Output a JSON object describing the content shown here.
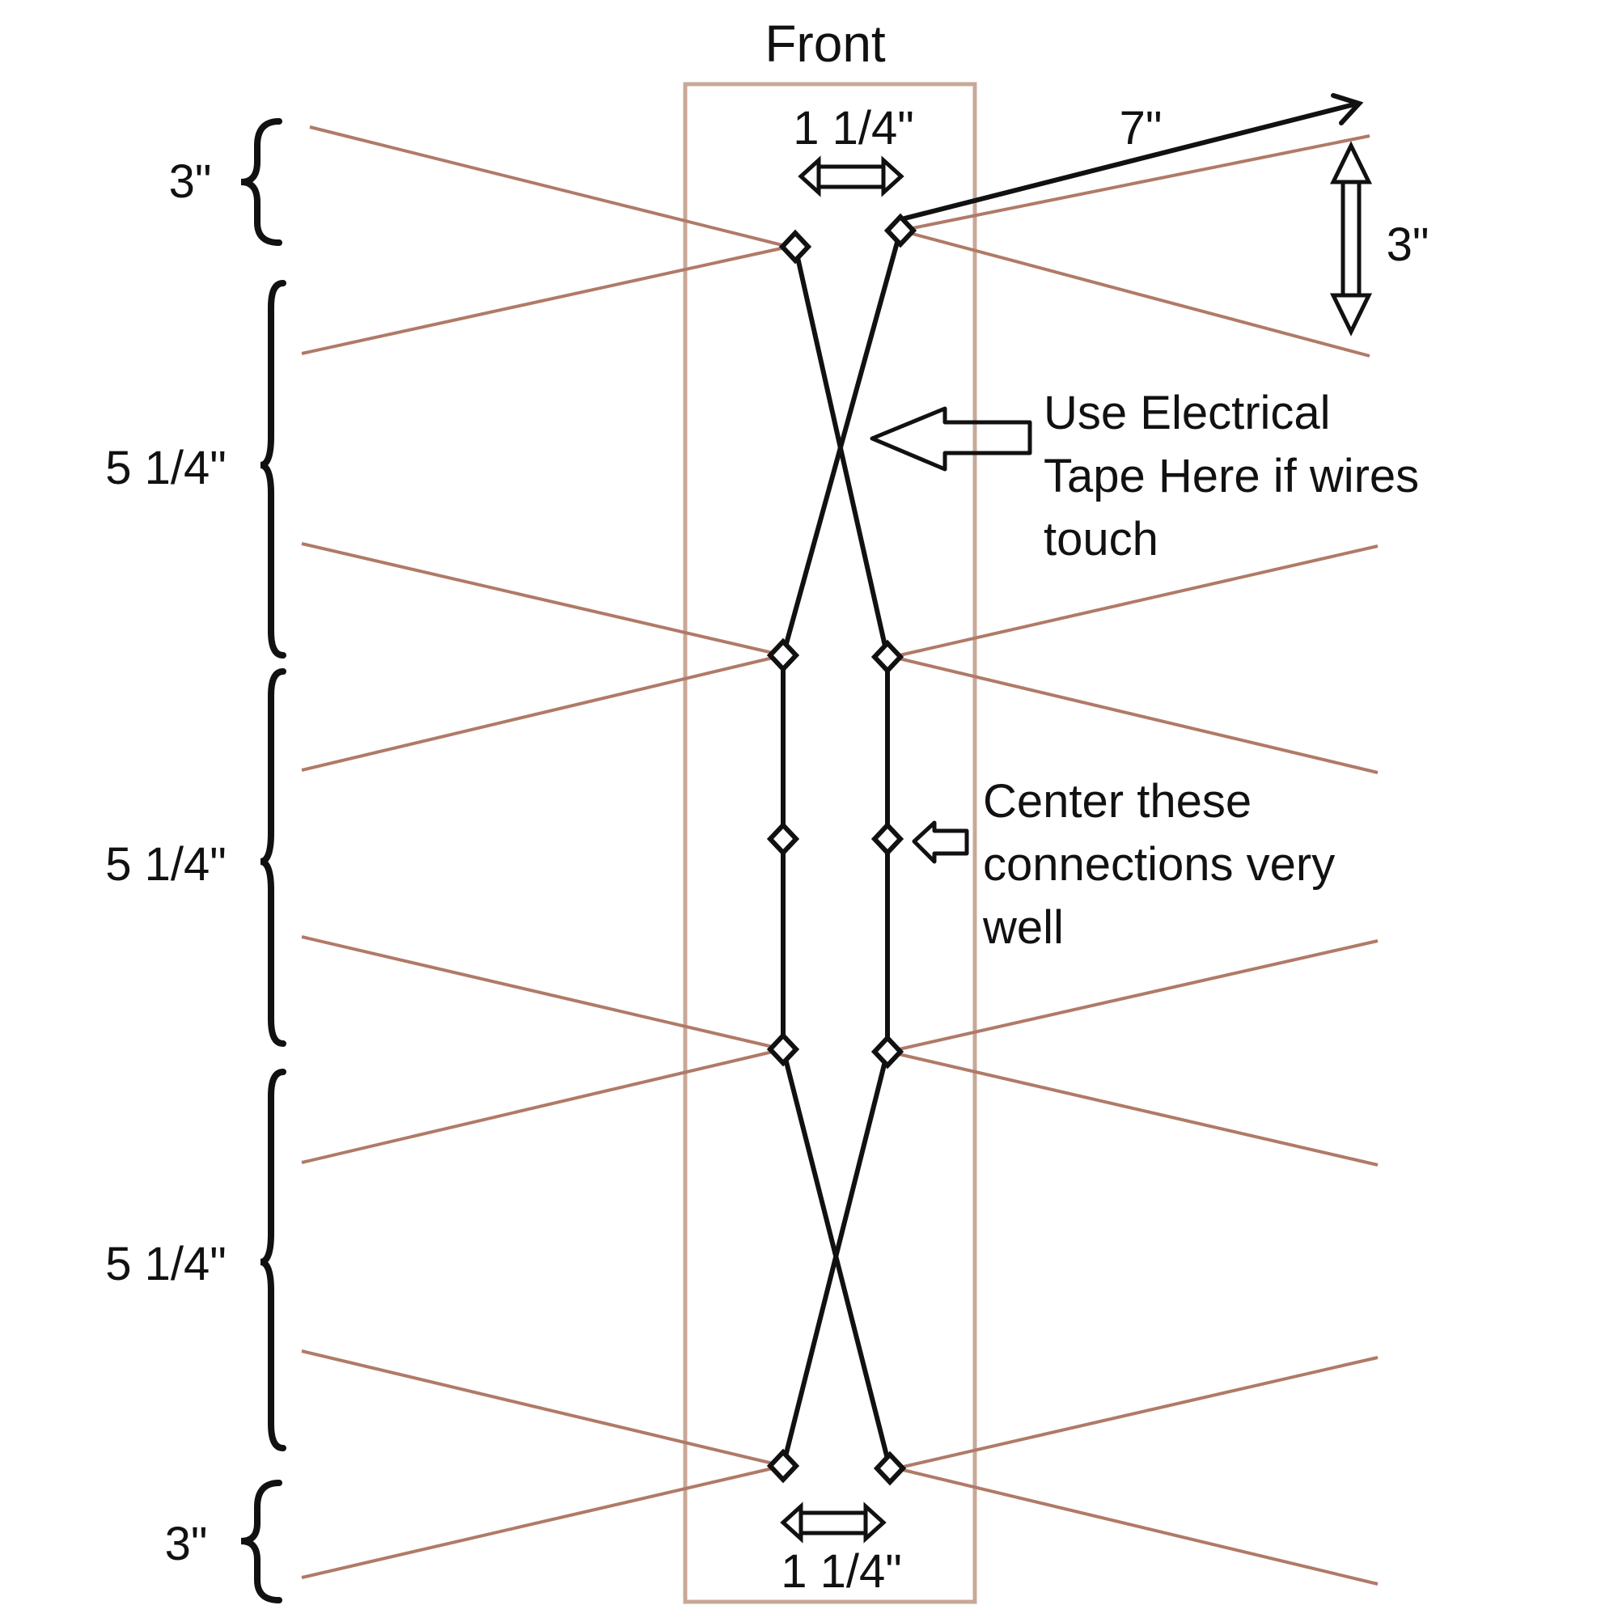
{
  "title": "Front",
  "top_spacing_label": "1 1/4\"",
  "bottom_spacing_label": "1 1/4\"",
  "element_length_label": "7\"",
  "element_spread_label": "3\"",
  "left_dimensions": [
    "3\"",
    "5 1/4\"",
    "5 1/4\"",
    "5 1/4\"",
    "3\""
  ],
  "notes": {
    "tape": [
      "Use Electrical",
      "Tape Here if wires",
      "touch"
    ],
    "center": [
      "Center these",
      "connections very",
      "well"
    ]
  },
  "colors": {
    "board": "#c8a898",
    "element": "#b07a68",
    "wire": "#111111",
    "background": "#ffffff"
  }
}
